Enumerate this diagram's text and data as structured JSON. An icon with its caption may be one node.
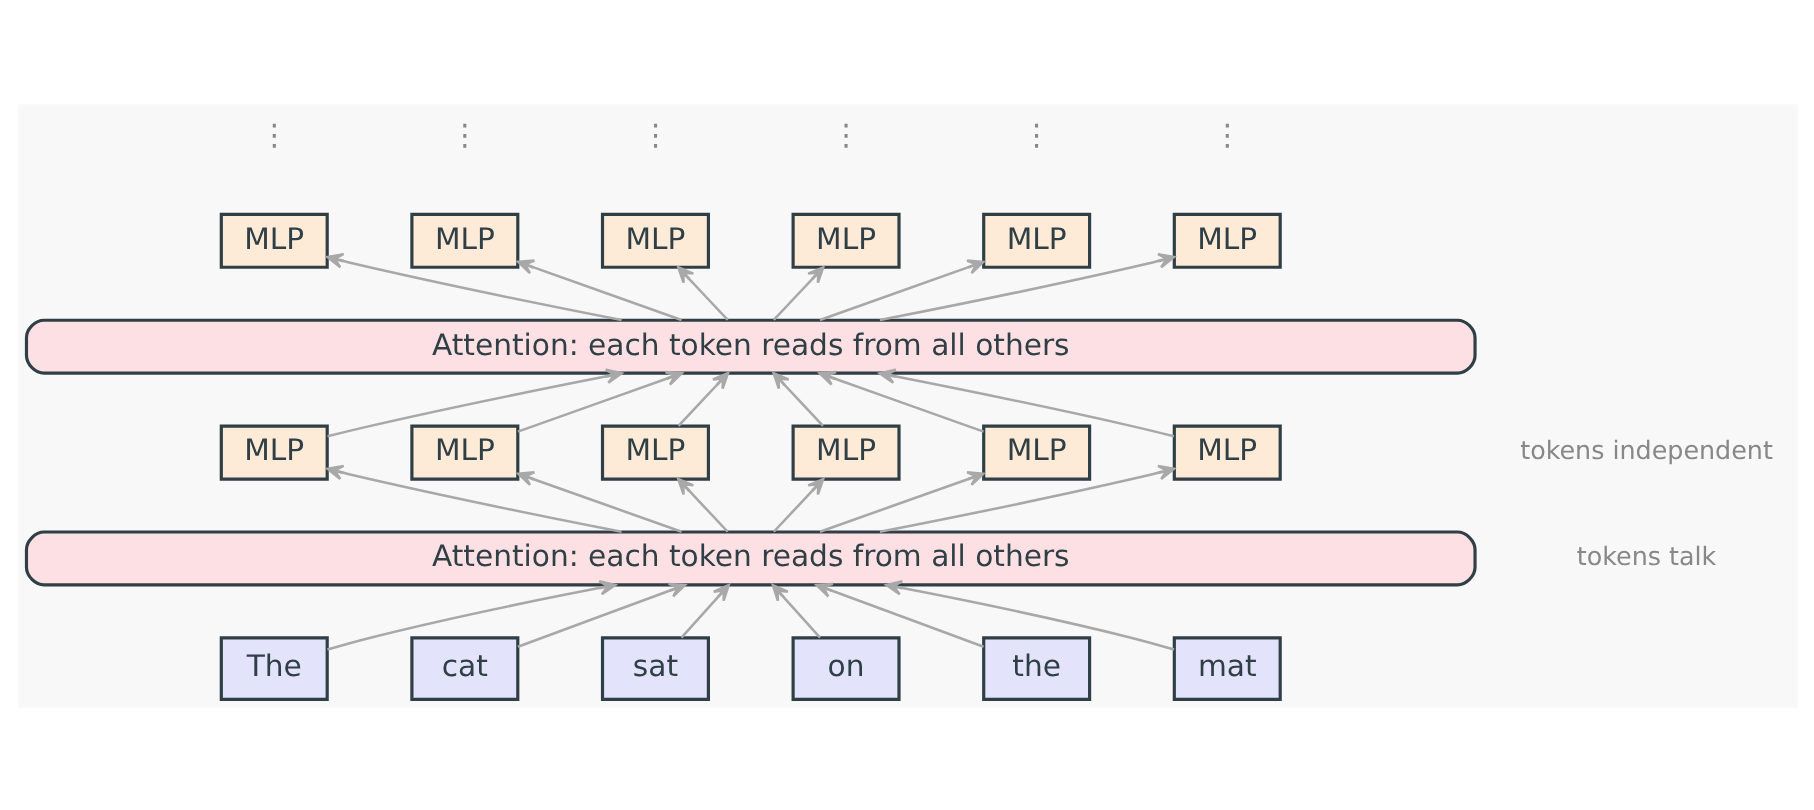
{
  "diagram": {
    "nodes": [
      {
        "text": [
          "MLP"
        ]
      },
      {
        "text": [
          "MLP"
        ]
      },
      {
        "text": [
          "MLP"
        ]
      },
      {
        "text": [
          "MLP"
        ]
      },
      {
        "text": [
          "MLP"
        ]
      },
      {
        "text": [
          "MLP"
        ]
      },
      {
        "text": [
          "Attention: each token reads from all others"
        ]
      },
      {
        "text": [
          "MLP"
        ]
      },
      {
        "text": [
          "MLP"
        ]
      },
      {
        "text": [
          "MLP"
        ]
      },
      {
        "text": [
          "MLP"
        ]
      },
      {
        "text": [
          "MLP"
        ]
      },
      {
        "text": [
          "MLP"
        ]
      },
      {
        "text": [
          "Attention: each token reads from all others"
        ]
      },
      {
        "text": [
          "The"
        ]
      },
      {
        "text": [
          "cat"
        ]
      },
      {
        "text": [
          "sat"
        ]
      },
      {
        "text": [
          "on"
        ]
      },
      {
        "text": [
          "the"
        ]
      },
      {
        "text": [
          "mat"
        ]
      }
    ],
    "edges": [
      {
        "from": 14,
        "to": 13,
        "arrow": "to"
      },
      {
        "from": 15,
        "to": 13,
        "arrow": "to"
      },
      {
        "from": 16,
        "to": 13,
        "arrow": "to"
      },
      {
        "from": 17,
        "to": 13,
        "arrow": "to"
      },
      {
        "from": 18,
        "to": 13,
        "arrow": "to"
      },
      {
        "from": 19,
        "to": 13,
        "arrow": "to"
      },
      {
        "from": 13,
        "to": 7,
        "arrow": "to"
      },
      {
        "from": 13,
        "to": 8,
        "arrow": "to"
      },
      {
        "from": 13,
        "to": 9,
        "arrow": "to"
      },
      {
        "from": 13,
        "to": 10,
        "arrow": "to"
      },
      {
        "from": 13,
        "to": 11,
        "arrow": "to"
      },
      {
        "from": 13,
        "to": 12,
        "arrow": "to"
      },
      {
        "from": 7,
        "to": 6,
        "arrow": "to"
      },
      {
        "from": 8,
        "to": 6,
        "arrow": "to"
      },
      {
        "from": 9,
        "to": 6,
        "arrow": "to"
      },
      {
        "from": 10,
        "to": 6,
        "arrow": "to"
      },
      {
        "from": 11,
        "to": 6,
        "arrow": "to"
      },
      {
        "from": 12,
        "to": 6,
        "arrow": "to"
      },
      {
        "from": 6,
        "to": 0,
        "arrow": "to"
      },
      {
        "from": 6,
        "to": 1,
        "arrow": "to"
      },
      {
        "from": 6,
        "to": 2,
        "arrow": "to"
      },
      {
        "from": 6,
        "to": 3,
        "arrow": "to"
      },
      {
        "from": 6,
        "to": 4,
        "arrow": "to"
      },
      {
        "from": 6,
        "to": 5,
        "arrow": "to"
      }
    ],
    "labels": [
      "⋮",
      "⋮",
      "⋮",
      "⋮",
      "⋮",
      "⋮",
      "tokens independent",
      "tokens talk"
    ]
  }
}
